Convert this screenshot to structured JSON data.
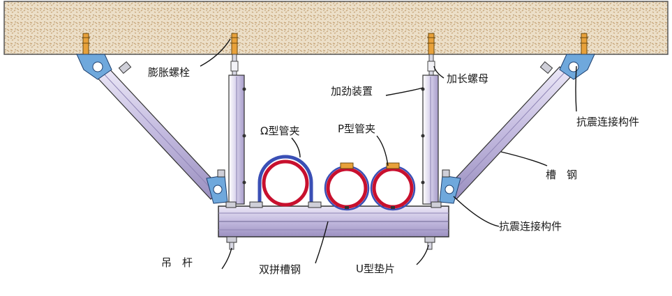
{
  "labels": {
    "expansion_bolt": "膨胀螺栓",
    "long_nut": "加长螺母",
    "stiffener": "加劲装置",
    "omega_clamp": "Ω型管夹",
    "p_clamp": "P型管夹",
    "seismic_connector_top": "抗震连接构件",
    "channel_steel": "槽　钢",
    "seismic_connector_bottom": "抗震连接构件",
    "hanger_rod": "吊　杆",
    "double_channel": "双拼槽钢",
    "u_washer": "U型垫片"
  },
  "colors": {
    "ceiling": "#e9dcc4",
    "ceiling_fleck": "#c9a97c",
    "steel_light": "#dcd6ee",
    "steel_mid": "#bfb6dc",
    "steel_dark": "#8e84b4",
    "pipe_red": "#c8102e",
    "clamp_blue": "#3a4fb5",
    "bracket_blue": "#6fa8dc",
    "bolt_orange": "#e8a13a"
  }
}
